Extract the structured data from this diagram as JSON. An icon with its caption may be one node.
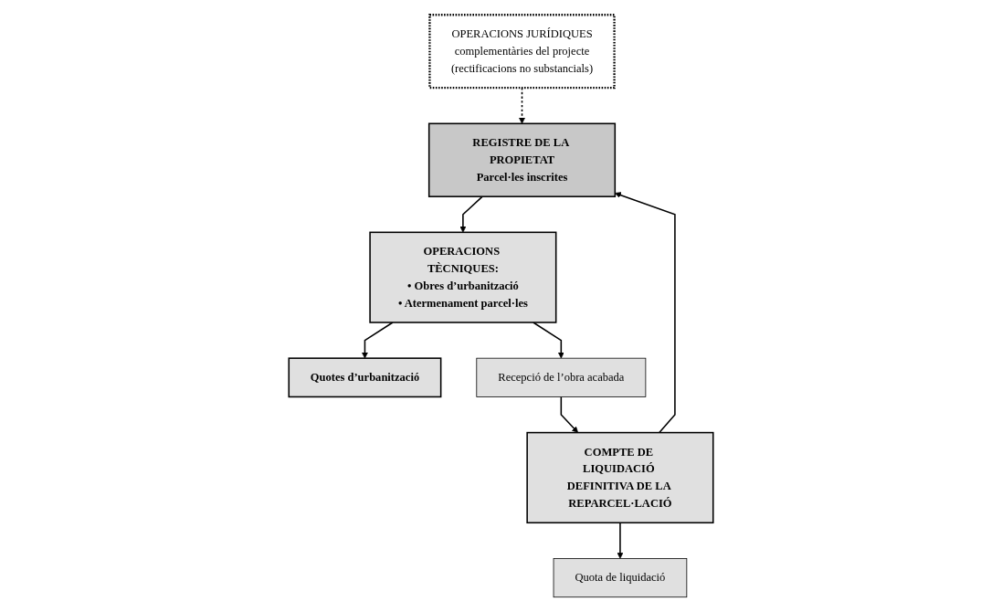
{
  "diagram": {
    "nodes": [
      {
        "text": [
          "REGISTRE DE LA PROPIETAT",
          "Parcel·les inscrites"
        ]
      },
      {
        "text": [
          "OPERACIONS JURÍDIQUES",
          "complementàries del projecte",
          "(rectificacions no substancials)"
        ]
      },
      {
        "text": [
          "OPERACIONS TÈCNIQUES:",
          "• Obres d’urbanització",
          "• Atermenament parcel·les"
        ]
      },
      {
        "text": [
          "Quotes d’urbanització"
        ]
      },
      {
        "text": [
          "Recepció de l’obra acabada"
        ]
      },
      {
        "text": [
          "COMPTE DE LIQUIDACIÓ DEFINITIVA DE LA REPARCEL·LACIÓ"
        ]
      },
      {
        "text": [
          "Quota de liquidació"
        ]
      }
    ],
    "edges": [
      {
        "from": 1,
        "to": 0,
        "arrow": "to",
        "style": "dashed"
      },
      {
        "from": 0,
        "to": 2,
        "arrow": "to"
      },
      {
        "from": 2,
        "to": 3,
        "arrow": "to"
      },
      {
        "from": 2,
        "to": 4,
        "arrow": "to"
      },
      {
        "from": 4,
        "to": 5,
        "arrow": "to"
      },
      {
        "from": 5,
        "to": 6,
        "arrow": "to"
      },
      {
        "from": 5,
        "to": 0,
        "arrow": "to"
      }
    ]
  }
}
